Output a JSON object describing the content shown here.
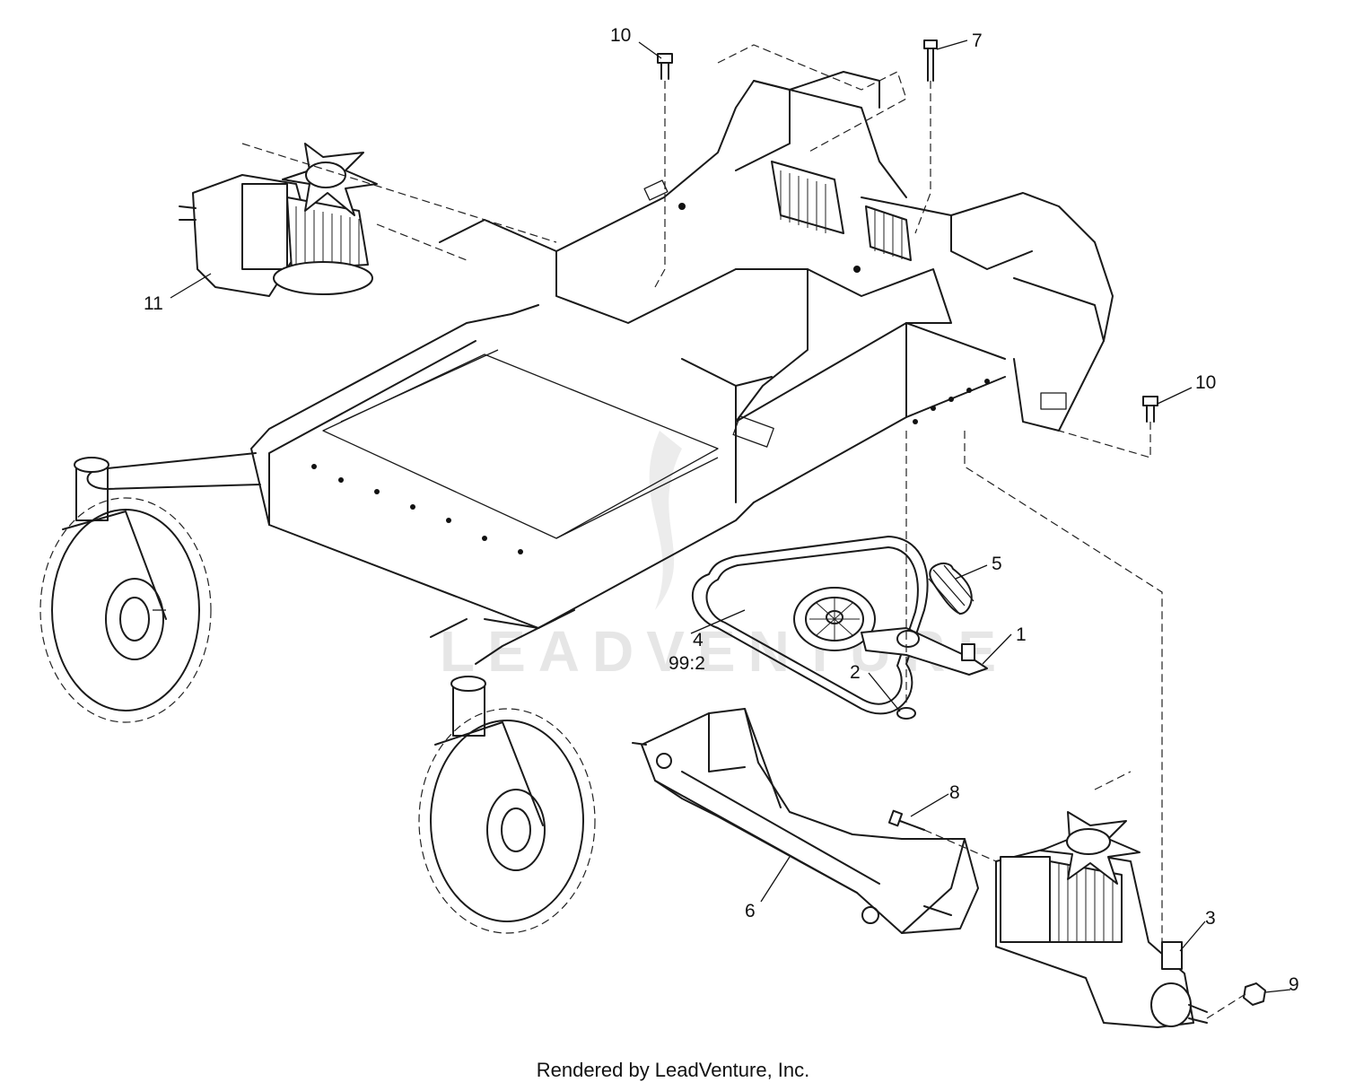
{
  "callouts": [
    {
      "id": "1",
      "label": "1"
    },
    {
      "id": "2",
      "label": "2"
    },
    {
      "id": "3",
      "label": "3"
    },
    {
      "id": "4",
      "label": "4"
    },
    {
      "id": "4b",
      "label": "99:2"
    },
    {
      "id": "5",
      "label": "5"
    },
    {
      "id": "6",
      "label": "6"
    },
    {
      "id": "7",
      "label": "7"
    },
    {
      "id": "8",
      "label": "8"
    },
    {
      "id": "9",
      "label": "9"
    },
    {
      "id": "10a",
      "label": "10"
    },
    {
      "id": "10b",
      "label": "10"
    },
    {
      "id": "11",
      "label": "11"
    }
  ],
  "watermark": "LEADVENTURE",
  "footer": {
    "credit": "Rendered by LeadVenture, Inc."
  }
}
